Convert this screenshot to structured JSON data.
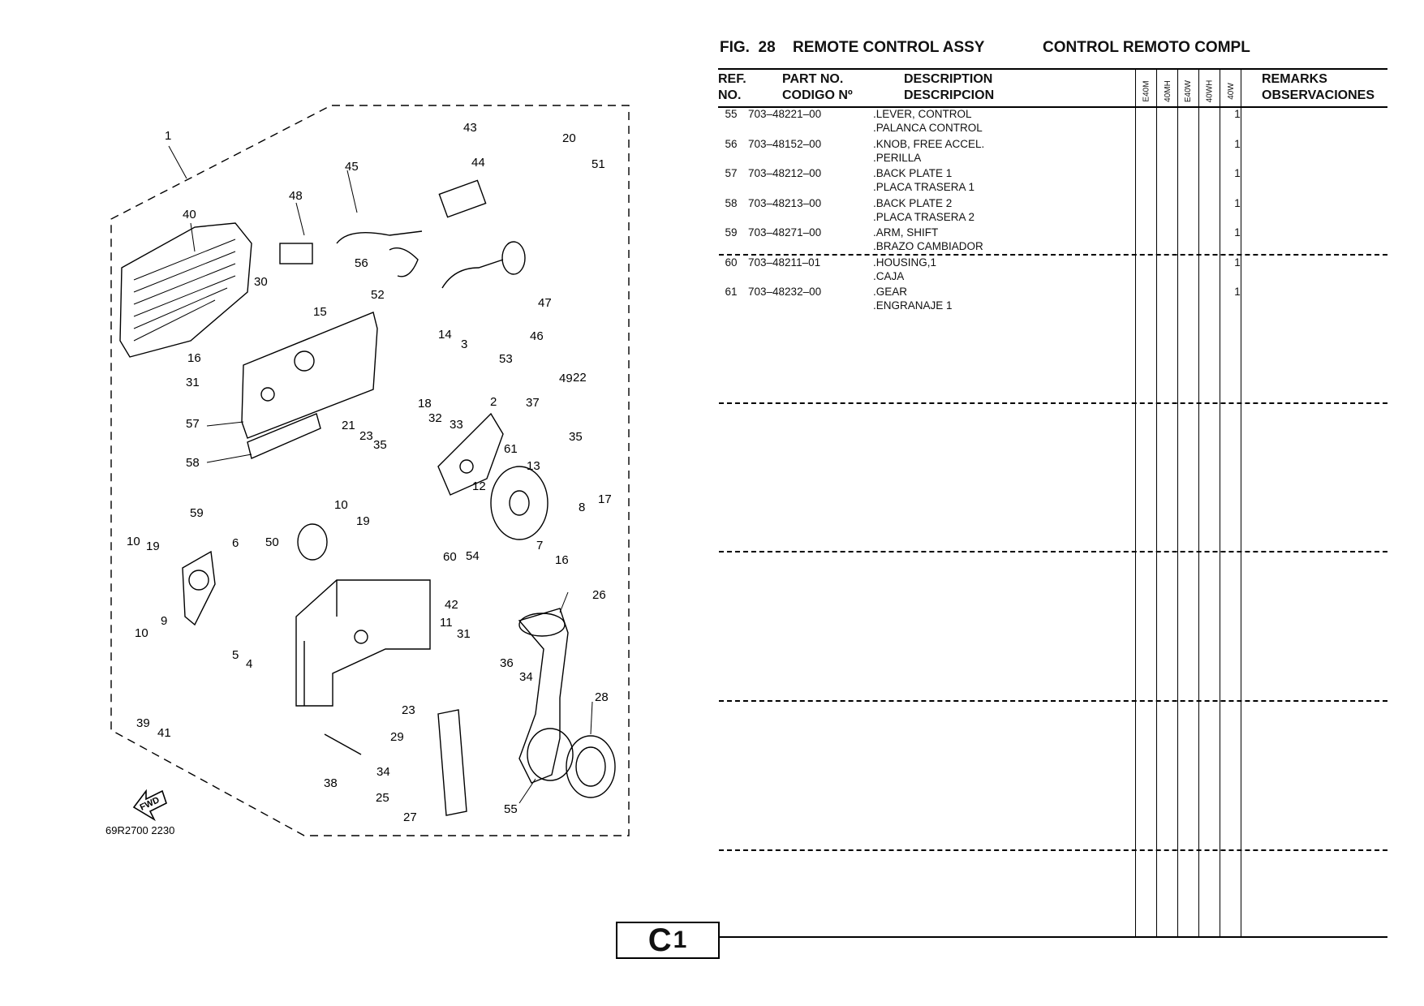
{
  "page": {
    "fig_label": "FIG.  28",
    "title_en": "REMOTE CONTROL ASSY",
    "title_es": "CONTROL REMOTO COMPL",
    "page_code": "C",
    "page_num": "1"
  },
  "table": {
    "headers": {
      "ref": "REF.",
      "no": "NO.",
      "part_no": "PART NO.",
      "codigo": "CODIGO Nº",
      "description": "DESCRIPTION",
      "descripcion": "DESCRIPCION",
      "remarks": "REMARKS",
      "observaciones": "OBSERVACIONES"
    },
    "models": [
      "E40M",
      "40MH",
      "E40W",
      "40WH",
      "40W"
    ],
    "rows": [
      {
        "ref": "55",
        "part_no": "703–48221–00",
        "desc_en": ".LEVER, CONTROL",
        "desc_es": ".PALANCA CONTROL",
        "qty": "1"
      },
      {
        "ref": "56",
        "part_no": "703–48152–00",
        "desc_en": ".KNOB, FREE ACCEL.",
        "desc_es": ".PERILLA",
        "qty": "1"
      },
      {
        "ref": "57",
        "part_no": "703–48212–00",
        "desc_en": ".BACK PLATE 1",
        "desc_es": ".PLACA TRASERA 1",
        "qty": "1"
      },
      {
        "ref": "58",
        "part_no": "703–48213–00",
        "desc_en": ".BACK PLATE 2",
        "desc_es": ".PLACA TRASERA 2",
        "qty": "1"
      },
      {
        "ref": "59",
        "part_no": "703–48271–00",
        "desc_en": ".ARM, SHIFT",
        "desc_es": ".BRAZO CAMBIADOR",
        "qty": "1"
      },
      {
        "ref": "60",
        "part_no": "703–48211–01",
        "desc_en": ".HOUSING,1",
        "desc_es": ".CAJA",
        "qty": "1"
      },
      {
        "ref": "61",
        "part_no": "703–48232–00",
        "desc_en": ".GEAR",
        "desc_es": ".ENGRANAJE 1",
        "qty": "1"
      }
    ]
  },
  "diagram": {
    "callouts": [
      "1",
      "43",
      "44",
      "45",
      "20",
      "51",
      "48",
      "40",
      "30",
      "56",
      "52",
      "47",
      "15",
      "16",
      "14",
      "3",
      "46",
      "53",
      "31",
      "18",
      "2",
      "37",
      "49",
      "22",
      "57",
      "21",
      "23",
      "35",
      "32",
      "33",
      "61",
      "13",
      "35",
      "17",
      "58",
      "12",
      "8",
      "10",
      "19",
      "7",
      "16",
      "59",
      "50",
      "60",
      "54",
      "10",
      "19",
      "6",
      "42",
      "26",
      "9",
      "11",
      "31",
      "10",
      "5",
      "4",
      "36",
      "34",
      "28",
      "39",
      "41",
      "23",
      "29",
      "34",
      "38",
      "25",
      "27",
      "55"
    ],
    "fwd_label": "FWD",
    "drawing_no": "69R2700 2230"
  }
}
